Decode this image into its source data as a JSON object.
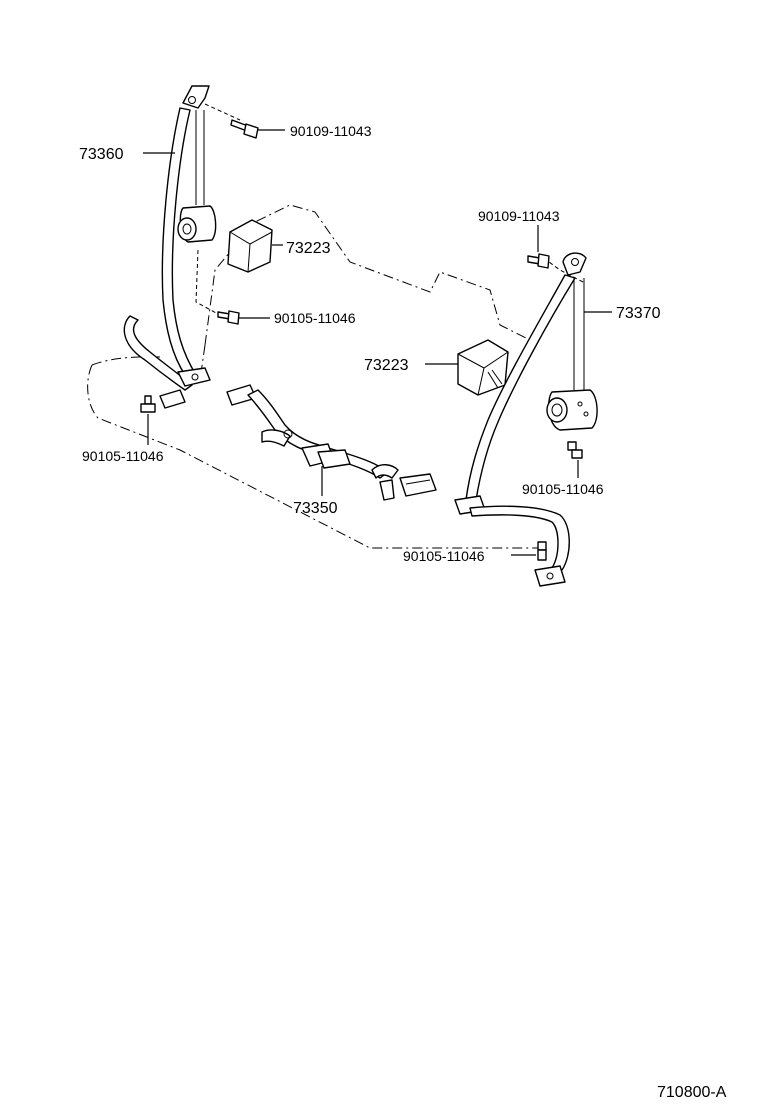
{
  "labels": {
    "left_belt": "73360",
    "right_belt": "73370",
    "center_belt": "73350",
    "cover_upper": "73223",
    "cover_lower": "73223",
    "bolt_left_top": "90109-11043",
    "bolt_right_top": "90109-11043",
    "bolt_left_mid": "90105-11046",
    "bolt_left_floor": "90105-11046",
    "bolt_right_mid": "90105-11046",
    "bolt_right_floor": "90105-11046",
    "figure_code": "710800-A"
  }
}
